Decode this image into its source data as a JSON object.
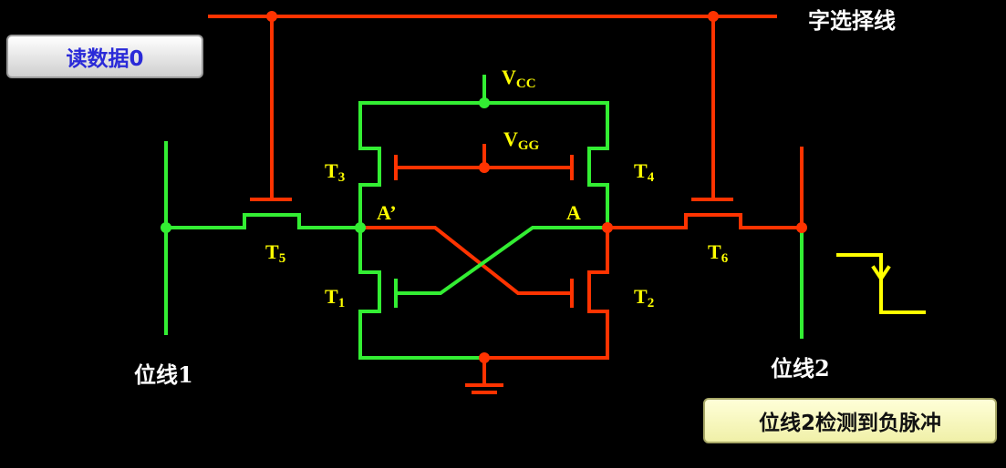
{
  "buttons": {
    "read_label": "读数据0",
    "status_label": "位线2检测到负脉冲"
  },
  "labels": {
    "word_line": "字选择线",
    "bit_line_1": "位线1",
    "bit_line_2": "位线2",
    "vcc_main": "V",
    "vcc_sub": "CC",
    "vgg_main": "V",
    "vgg_sub": "GG",
    "t1_main": "T",
    "t1_sub": "1",
    "t2_main": "T",
    "t2_sub": "2",
    "t3_main": "T",
    "t3_sub": "3",
    "t4_main": "T",
    "t4_sub": "4",
    "t5_main": "T",
    "t5_sub": "5",
    "t6_main": "T",
    "t6_sub": "6",
    "node_a_prime": "A’",
    "node_a": "A"
  },
  "colors": {
    "red": "#ff3300",
    "green": "#33ee33",
    "yellow": "#ffff00",
    "background": "#000000"
  }
}
